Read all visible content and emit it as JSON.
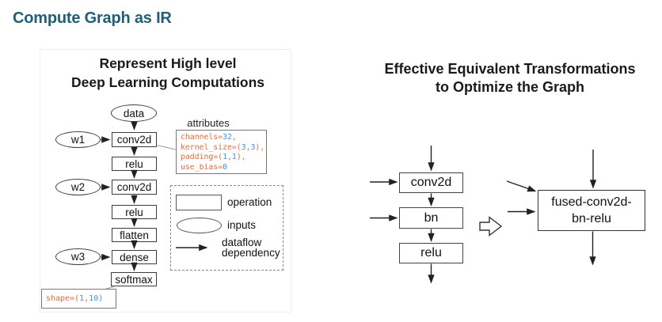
{
  "title": "Compute Graph as IR",
  "left_panel": {
    "heading_line1": "Represent High level",
    "heading_line2": "Deep Learning Computations",
    "inputs": [
      "data",
      "w1",
      "w2",
      "w3"
    ],
    "ops": [
      "conv2d",
      "relu",
      "conv2d",
      "relu",
      "flatten",
      "dense",
      "softmax"
    ],
    "attributes_label": "attributes",
    "attributes_code": [
      [
        {
          "t": "channels=",
          "c": "key"
        },
        {
          "t": "32",
          "c": "val"
        },
        {
          "t": ",",
          "c": "key"
        }
      ],
      [
        {
          "t": "kernel_size=(",
          "c": "key"
        },
        {
          "t": "3",
          "c": "val"
        },
        {
          "t": ",",
          "c": "key"
        },
        {
          "t": "3",
          "c": "val"
        },
        {
          "t": "),",
          "c": "key"
        }
      ],
      [
        {
          "t": "padding=(",
          "c": "key"
        },
        {
          "t": "1",
          "c": "val"
        },
        {
          "t": ",",
          "c": "key"
        },
        {
          "t": "1",
          "c": "val"
        },
        {
          "t": "),",
          "c": "key"
        }
      ],
      [
        {
          "t": "use_bias=",
          "c": "key"
        },
        {
          "t": "0",
          "c": "val"
        }
      ]
    ],
    "shape_code": [
      [
        {
          "t": "shape=(",
          "c": "key"
        },
        {
          "t": "1",
          "c": "val"
        },
        {
          "t": ",",
          "c": "key"
        },
        {
          "t": "10",
          "c": "val"
        },
        {
          "t": ")",
          "c": "val"
        }
      ]
    ],
    "legend": {
      "operation": "operation",
      "inputs": "inputs",
      "dataflow_line1": "dataflow",
      "dataflow_line2": "dependency"
    }
  },
  "right_panel": {
    "heading_line1": "Effective Equivalent Transformations",
    "heading_line2": "to Optimize the Graph",
    "chain": [
      "conv2d",
      "bn",
      "relu"
    ],
    "fused_line1": "fused-conv2d-",
    "fused_line2": "bn-relu"
  },
  "colors": {
    "title": "#215f76",
    "code_key": "#e06b3c",
    "code_value": "#4a8fd4"
  }
}
